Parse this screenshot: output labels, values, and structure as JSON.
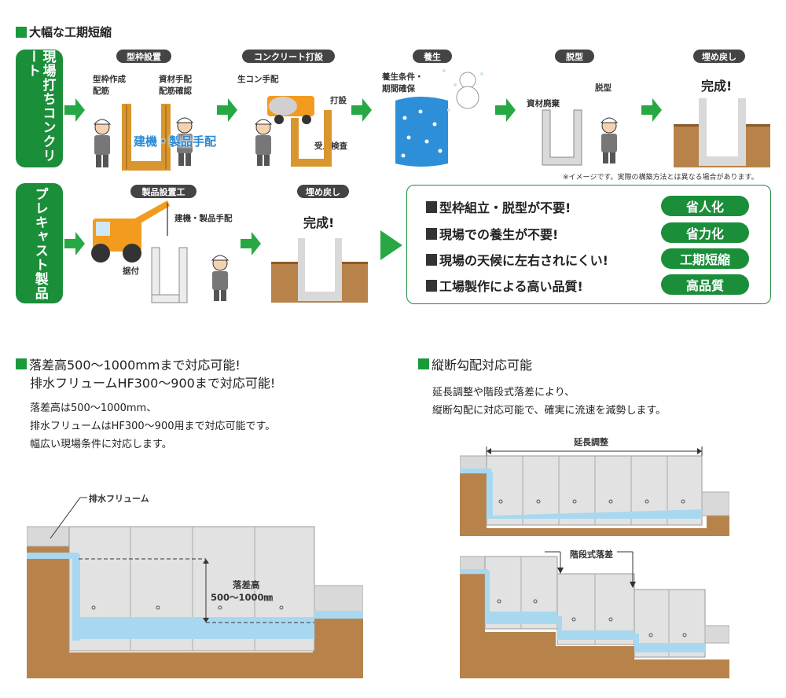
{
  "header": {
    "title": "大幅な工期短縮"
  },
  "cast_in_place": {
    "label": "現場打ちコンクリート",
    "steps": [
      {
        "title": "型枠設置",
        "notes": [
          "型枠作成",
          "配筋",
          "資材手配",
          "配筋確認"
        ]
      },
      {
        "title": "コンクリート打設",
        "notes": [
          "生コン手配",
          "打設",
          "受入検査"
        ]
      },
      {
        "title": "養生",
        "notes": [
          "養生条件・",
          "期間確保"
        ]
      },
      {
        "title": "脱型",
        "notes": [
          "資材廃棄",
          "脱型"
        ]
      },
      {
        "title": "埋め戻し",
        "done": "完成!"
      }
    ],
    "overlay": "建機・製品手配",
    "footnote": "※イメージです。実際の構築方法とは異なる場合があります。"
  },
  "precast": {
    "label": "プレキャスト製品",
    "steps": [
      {
        "title": "製品設置工",
        "notes": [
          "建機・製品手配",
          "据付"
        ]
      },
      {
        "title": "埋め戻し",
        "done": "完成!"
      }
    ]
  },
  "benefits": {
    "items": [
      "型枠組立・脱型が不要!",
      "現場での養生が不要!",
      "現場の天候に左右されにくい!",
      "工場製作による高い品質!"
    ],
    "tags": [
      "省人化",
      "省力化",
      "工期短縮",
      "高品質"
    ]
  },
  "drop_section": {
    "title_line1": "落差高500〜1000mmまで対応可能!",
    "title_line2": "排水フリュームHF300〜900まで対応可能!",
    "body": [
      "落差高は500〜1000mm、",
      "排水フリュームはHF300〜900用まで対応可能です。",
      "幅広い現場条件に対応します。"
    ],
    "label_flume": "排水フリューム",
    "label_drop": "落差高",
    "label_range": "500〜1000㎜"
  },
  "slope_section": {
    "title": "縦断勾配対応可能",
    "body": [
      "延長調整や階段式落差により、",
      "縦断勾配に対応可能で、確実に流速を減勢します。"
    ],
    "label_length": "延長調整",
    "label_steps": "階段式落差"
  },
  "colors": {
    "brand_green": "#1b8e3a",
    "soil": "#b8834a",
    "water": "#a8d8f0",
    "concrete": "#d9d9d9"
  }
}
